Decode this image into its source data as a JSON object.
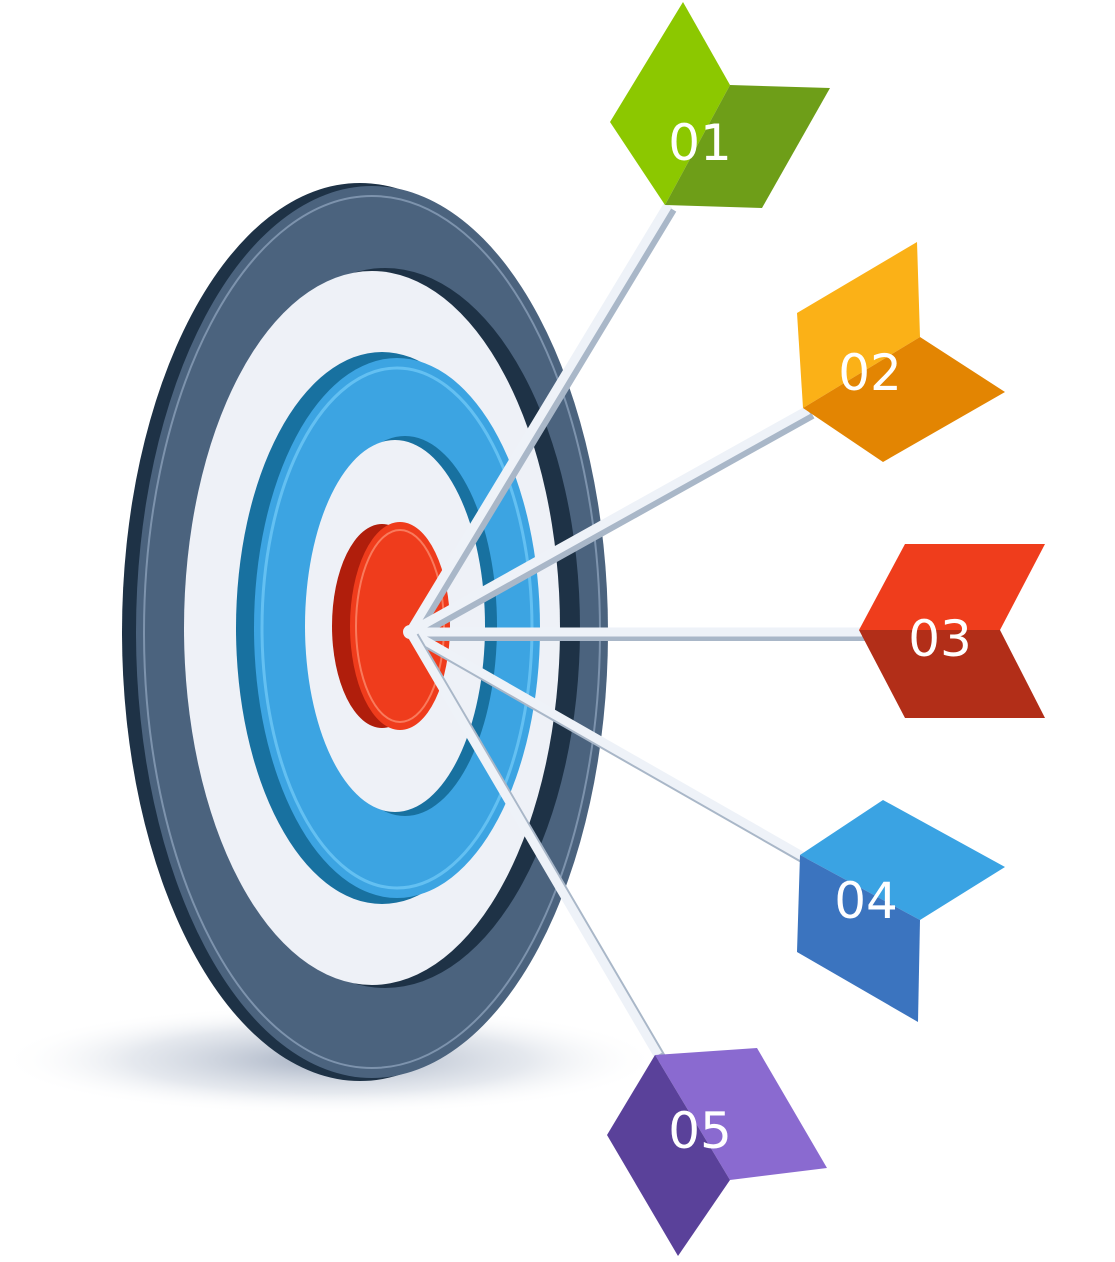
{
  "flags": [
    {
      "label": "01",
      "light": "#8cc800",
      "dark": "#6e9e18"
    },
    {
      "label": "02",
      "light": "#fbb117",
      "dark": "#e38502"
    },
    {
      "label": "03",
      "light": "#ef3d1c",
      "dark": "#b22e18"
    },
    {
      "label": "04",
      "light": "#3aa3e3",
      "dark": "#3b74bf"
    },
    {
      "label": "05",
      "light": "#8a6ad0",
      "dark": "#5a419a"
    }
  ],
  "colors": {
    "outer_ring": "#4b637e",
    "outer_edge": "#1e3246",
    "white_ring": "#eef1f7",
    "blue_ring": "#3ca4e2",
    "blue_edge": "#1871a0",
    "bullseye": "#ef3c1c",
    "bullseye_edge": "#b01e0c",
    "shaft": "#eef2f8",
    "shaft_shadow": "#a9b7c8"
  }
}
